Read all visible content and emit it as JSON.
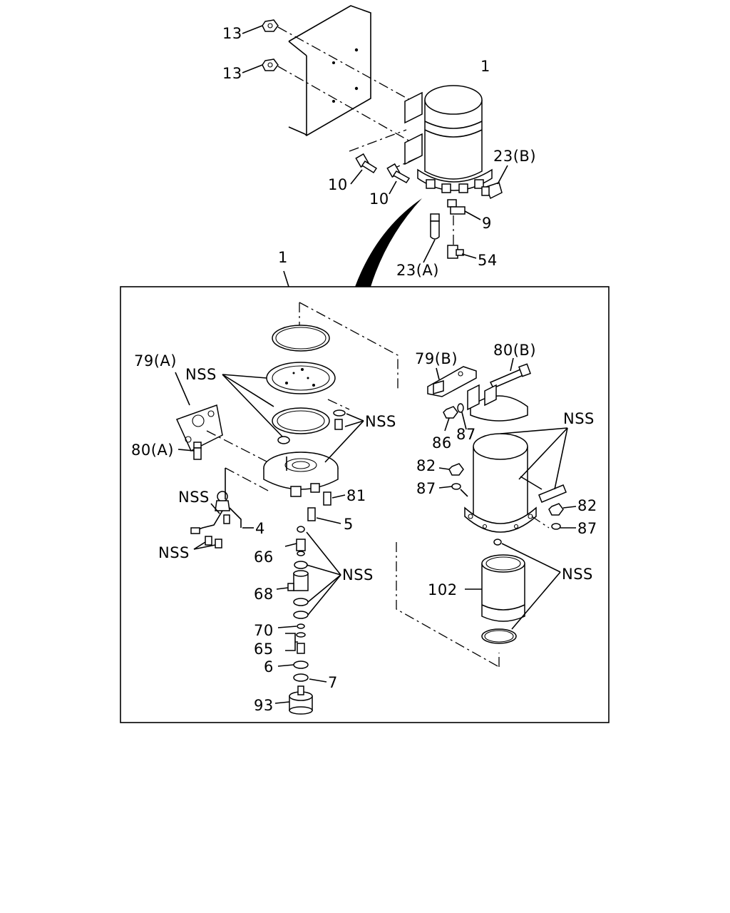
{
  "labels": {
    "p13a": "13",
    "p13b": "13",
    "p1_top": "1",
    "p23b": "23(B)",
    "p10a": "10",
    "p10b": "10",
    "p9": "9",
    "p23a": "23(A)",
    "p54": "54",
    "p1_detail": "1",
    "p79a": "79(A)",
    "nss_1": "NSS",
    "nss_2": "NSS",
    "p80a": "80(A)",
    "p81": "81",
    "nss_3": "NSS",
    "p4": "4",
    "p5": "5",
    "nss_4": "NSS",
    "p66": "66",
    "nss_5": "NSS",
    "p68": "68",
    "p70": "70",
    "p65": "65",
    "p6": "6",
    "p7": "7",
    "p93": "93",
    "p79b": "79(B)",
    "p80b": "80(B)",
    "nss_6": "NSS",
    "p86": "86",
    "p87a": "87",
    "p82a": "82",
    "p87b": "87",
    "p82b": "82",
    "p87c": "87",
    "nss_7": "NSS",
    "p102": "102"
  }
}
